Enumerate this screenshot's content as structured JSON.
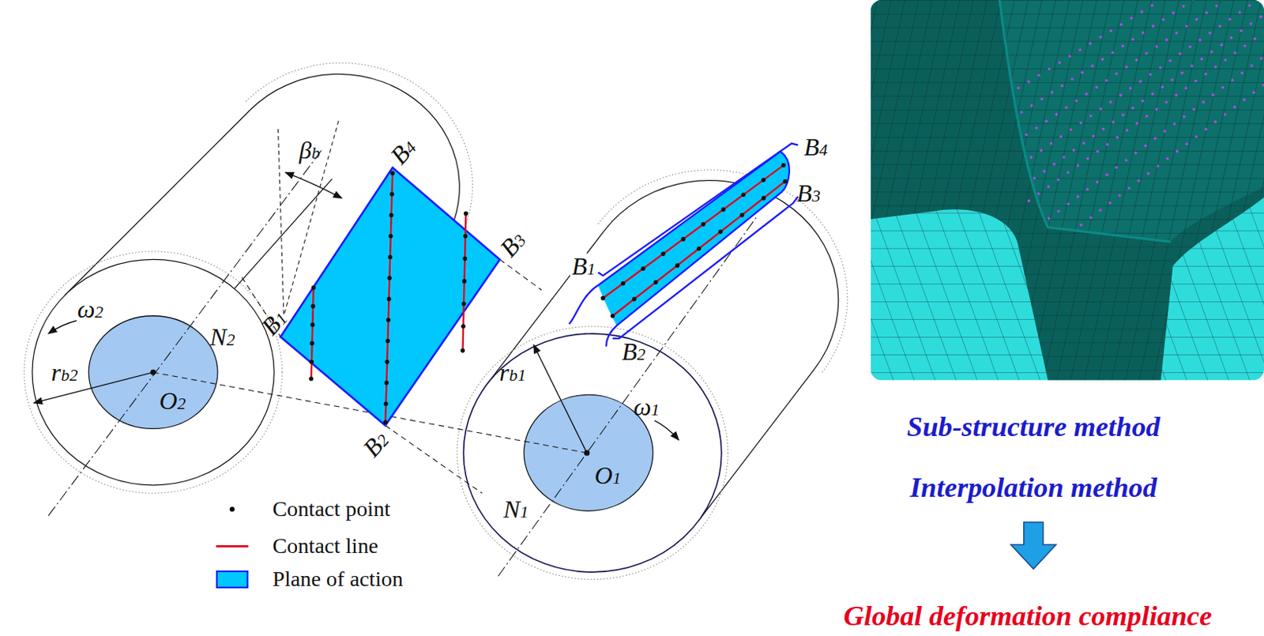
{
  "diagram": {
    "labels": [
      "B4",
      "B3",
      "B1",
      "B2",
      "B4",
      "B3",
      "B1",
      "B2",
      "βb",
      "ω2",
      "N2",
      "rb2",
      "O2",
      "rb1",
      "O1",
      "ω1",
      "N1",
      "Sub-structure method",
      "Interpolation method",
      "Global deformation compliance"
    ],
    "legend": [
      {
        "text": "Contact point"
      },
      {
        "text": "Contact line"
      },
      {
        "text": "Plane of action",
        "color": "#00c8ff"
      }
    ]
  }
}
